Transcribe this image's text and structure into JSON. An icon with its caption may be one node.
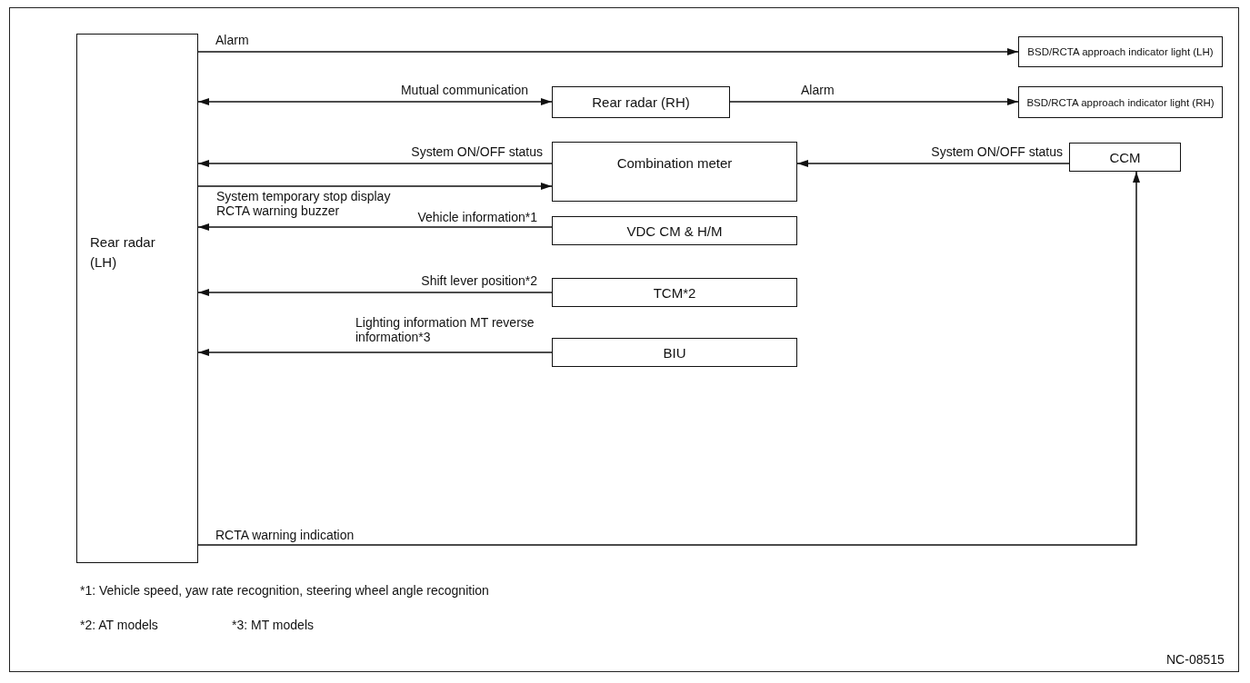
{
  "diagram": {
    "nodes": [
      {
        "text": [
          "Rear radar (LH)"
        ]
      },
      {
        "text": [
          "BSD/RCTA approach indicator light (LH)"
        ]
      },
      {
        "text": [
          "Rear radar (RH)"
        ]
      },
      {
        "text": [
          "BSD/RCTA approach indicator light (RH)"
        ]
      },
      {
        "text": [
          "Combination meter"
        ]
      },
      {
        "text": [
          "CCM"
        ]
      },
      {
        "text": [
          "VDC CM & H/M"
        ]
      },
      {
        "text": [
          "TCM*2"
        ]
      },
      {
        "text": [
          "BIU"
        ]
      }
    ],
    "edges": [
      {
        "from": 0,
        "to": 1,
        "arrow": "to",
        "label": "Alarm"
      },
      {
        "from": 0,
        "to": 2,
        "arrow": "both",
        "label": "Mutual communication"
      },
      {
        "from": 2,
        "to": 3,
        "arrow": "to",
        "label": "Alarm"
      },
      {
        "from": 4,
        "to": 0,
        "arrow": "to",
        "label": "System ON/OFF status"
      },
      {
        "from": 0,
        "to": 4,
        "arrow": "to",
        "label": "System temporary stop display RCTA warning buzzer"
      },
      {
        "from": 5,
        "to": 4,
        "arrow": "to",
        "label": "System ON/OFF status"
      },
      {
        "from": 6,
        "to": 0,
        "arrow": "to",
        "label": "Vehicle information*1"
      },
      {
        "from": 7,
        "to": 0,
        "arrow": "to",
        "label": "Shift lever position*2"
      },
      {
        "from": 8,
        "to": 0,
        "arrow": "to",
        "label": "Lighting information MT reverse information*3"
      },
      {
        "from": 0,
        "to": 5,
        "arrow": "to",
        "label": "RCTA warning indication"
      }
    ],
    "labels": [
      "*1: Vehicle speed, yaw rate recognition, steering wheel angle recognition",
      "*2: AT models",
      "*3: MT models",
      "NC-08515"
    ]
  }
}
